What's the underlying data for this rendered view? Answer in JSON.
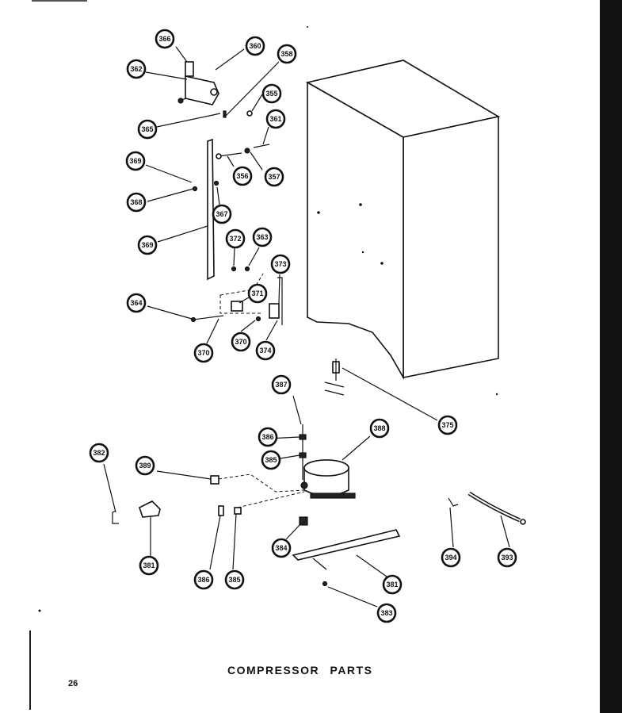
{
  "caption": "COMPRESSOR PARTS",
  "page_number": "26",
  "callouts": [
    "366",
    "360",
    "358",
    "362",
    "355",
    "365",
    "361",
    "369",
    "356",
    "357",
    "368",
    "367",
    "369",
    "372",
    "363",
    "373",
    "364",
    "371",
    "370",
    "370",
    "374",
    "375",
    "387",
    "388",
    "386",
    "382",
    "389",
    "385",
    "384",
    "381",
    "386",
    "385",
    "394",
    "393",
    "381",
    "383"
  ]
}
